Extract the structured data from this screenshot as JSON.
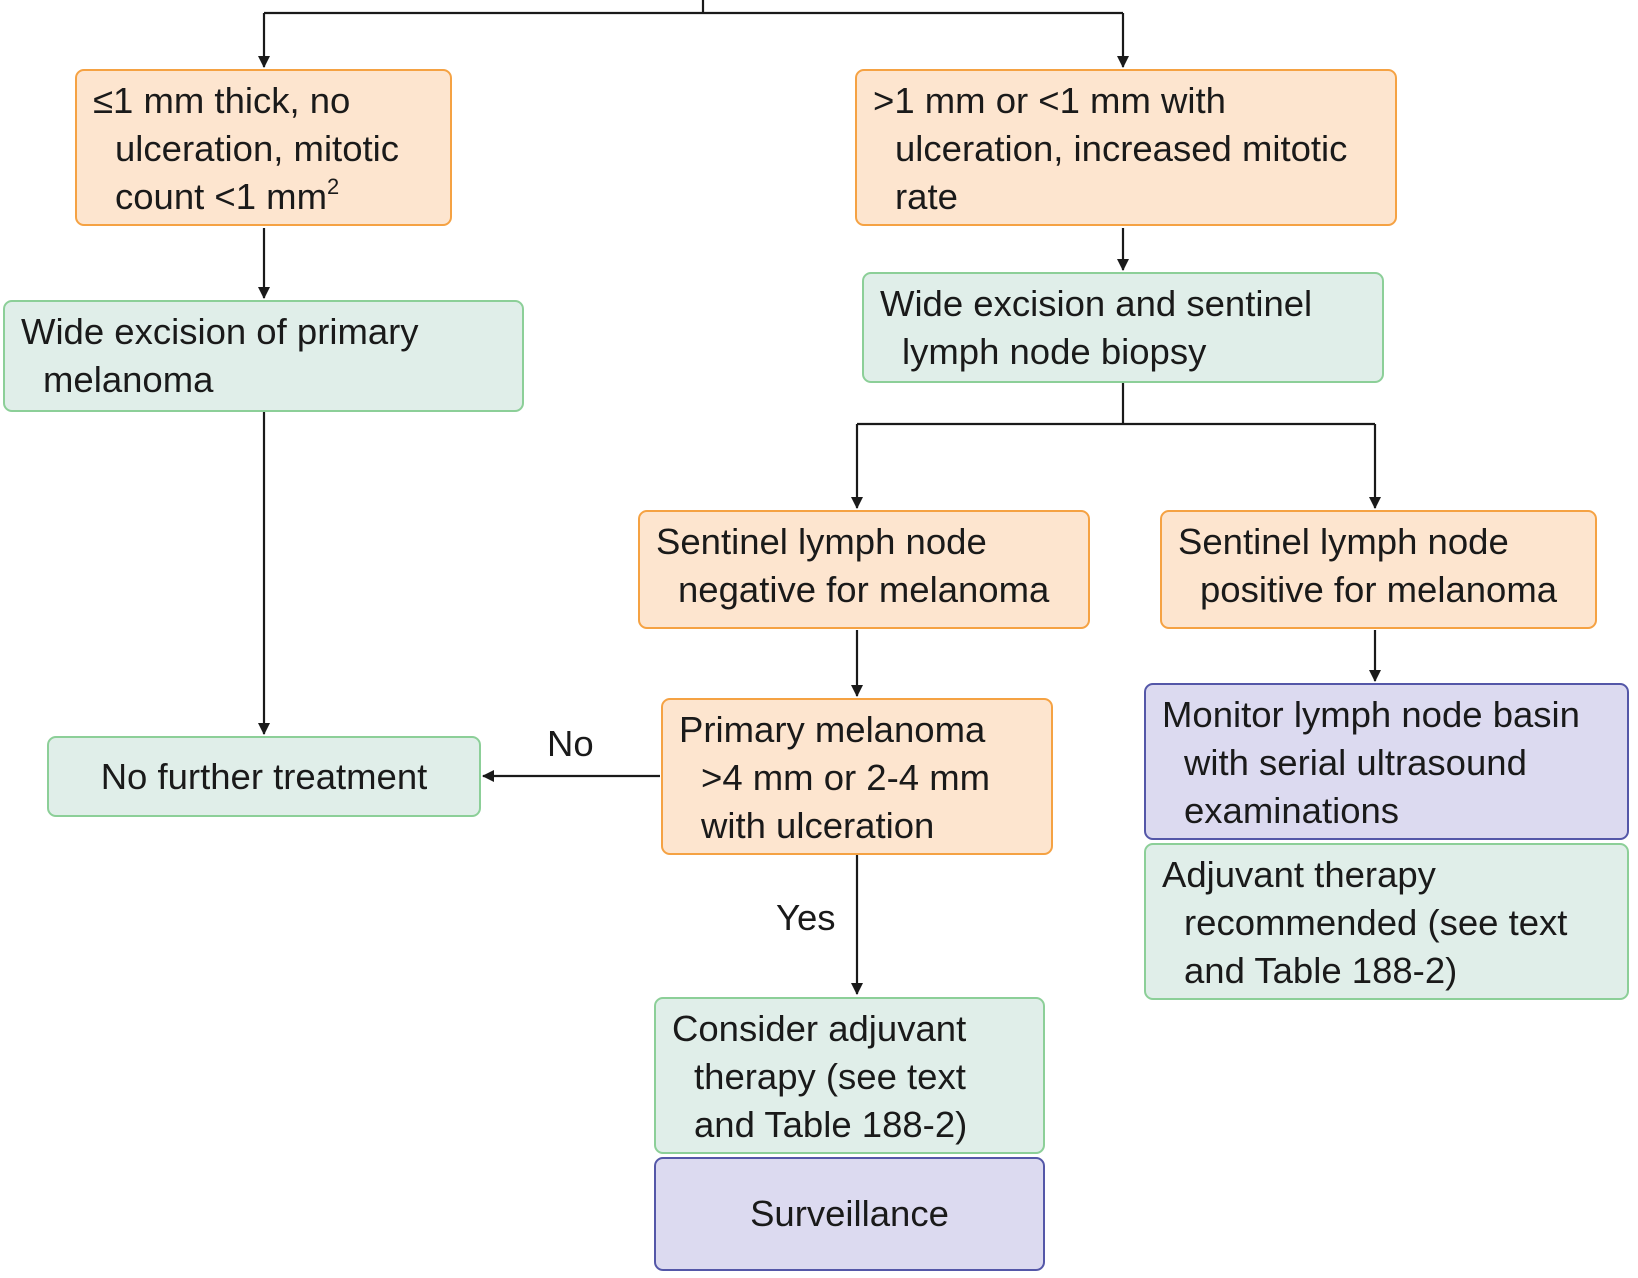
{
  "nodes": {
    "thin": {
      "lines": [
        "≤1 mm thick, no",
        "ulceration, mitotic",
        "count <1 mm"
      ],
      "sup": "2"
    },
    "thick": {
      "lines": [
        ">1 mm or <1 mm with",
        "ulceration, increased mitotic",
        "rate"
      ]
    },
    "wide_excision": {
      "lines": [
        "Wide excision of primary",
        "melanoma"
      ]
    },
    "wide_excision_slnb": {
      "lines": [
        "Wide excision and sentinel",
        "lymph node biopsy"
      ]
    },
    "sln_negative": {
      "lines": [
        "Sentinel lymph node",
        "negative for melanoma"
      ]
    },
    "sln_positive": {
      "lines": [
        "Sentinel lymph node",
        "positive for melanoma"
      ]
    },
    "no_further": {
      "lines": [
        "No further treatment"
      ]
    },
    "primary_thick": {
      "lines": [
        "Primary melanoma",
        ">4 mm or 2-4 mm",
        "with ulceration"
      ]
    },
    "monitor": {
      "lines": [
        "Monitor lymph node basin",
        "with serial ultrasound",
        "examinations"
      ]
    },
    "adjuvant_recommended": {
      "lines": [
        "Adjuvant therapy",
        "recommended (see text",
        "and Table 188-2)"
      ]
    },
    "consider_adjuvant": {
      "lines": [
        "Consider adjuvant",
        "therapy (see text",
        "and Table 188-2)"
      ]
    },
    "surveillance": {
      "lines": [
        "Surveillance"
      ]
    }
  },
  "edge_labels": {
    "no": "No",
    "yes": "Yes"
  },
  "colors": {
    "orange_fill": "#fde5cf",
    "orange_border": "#f5a243",
    "green_fill": "#e0eee9",
    "green_border": "#8ccf98",
    "purple_fill": "#dcdaf0",
    "purple_border": "#5457a8",
    "line": "#1a1a1a"
  }
}
